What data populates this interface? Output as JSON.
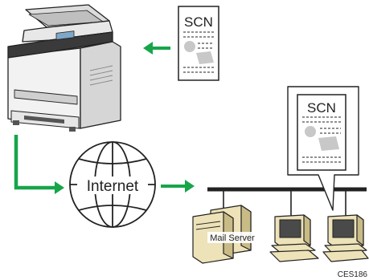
{
  "labels": {
    "doc_top": "SCN",
    "doc_bubble": "SCN",
    "internet": "Internet",
    "mail_server": "Mail Server",
    "figure_code": "CES186"
  },
  "colors": {
    "arrow_green": "#17a54a",
    "outline": "#222222",
    "doc_gray": "#c8c8c8",
    "device_beige": "#ede2b8",
    "device_shadow": "#c9bb86",
    "printer_body": "#f2f2f2",
    "printer_panel": "#3a3a3a"
  },
  "icons": {
    "printer": "multifunction-printer-icon",
    "globe": "globe-icon",
    "mail_server": "mail-server-icon",
    "pc": "desktop-computer-icon"
  }
}
